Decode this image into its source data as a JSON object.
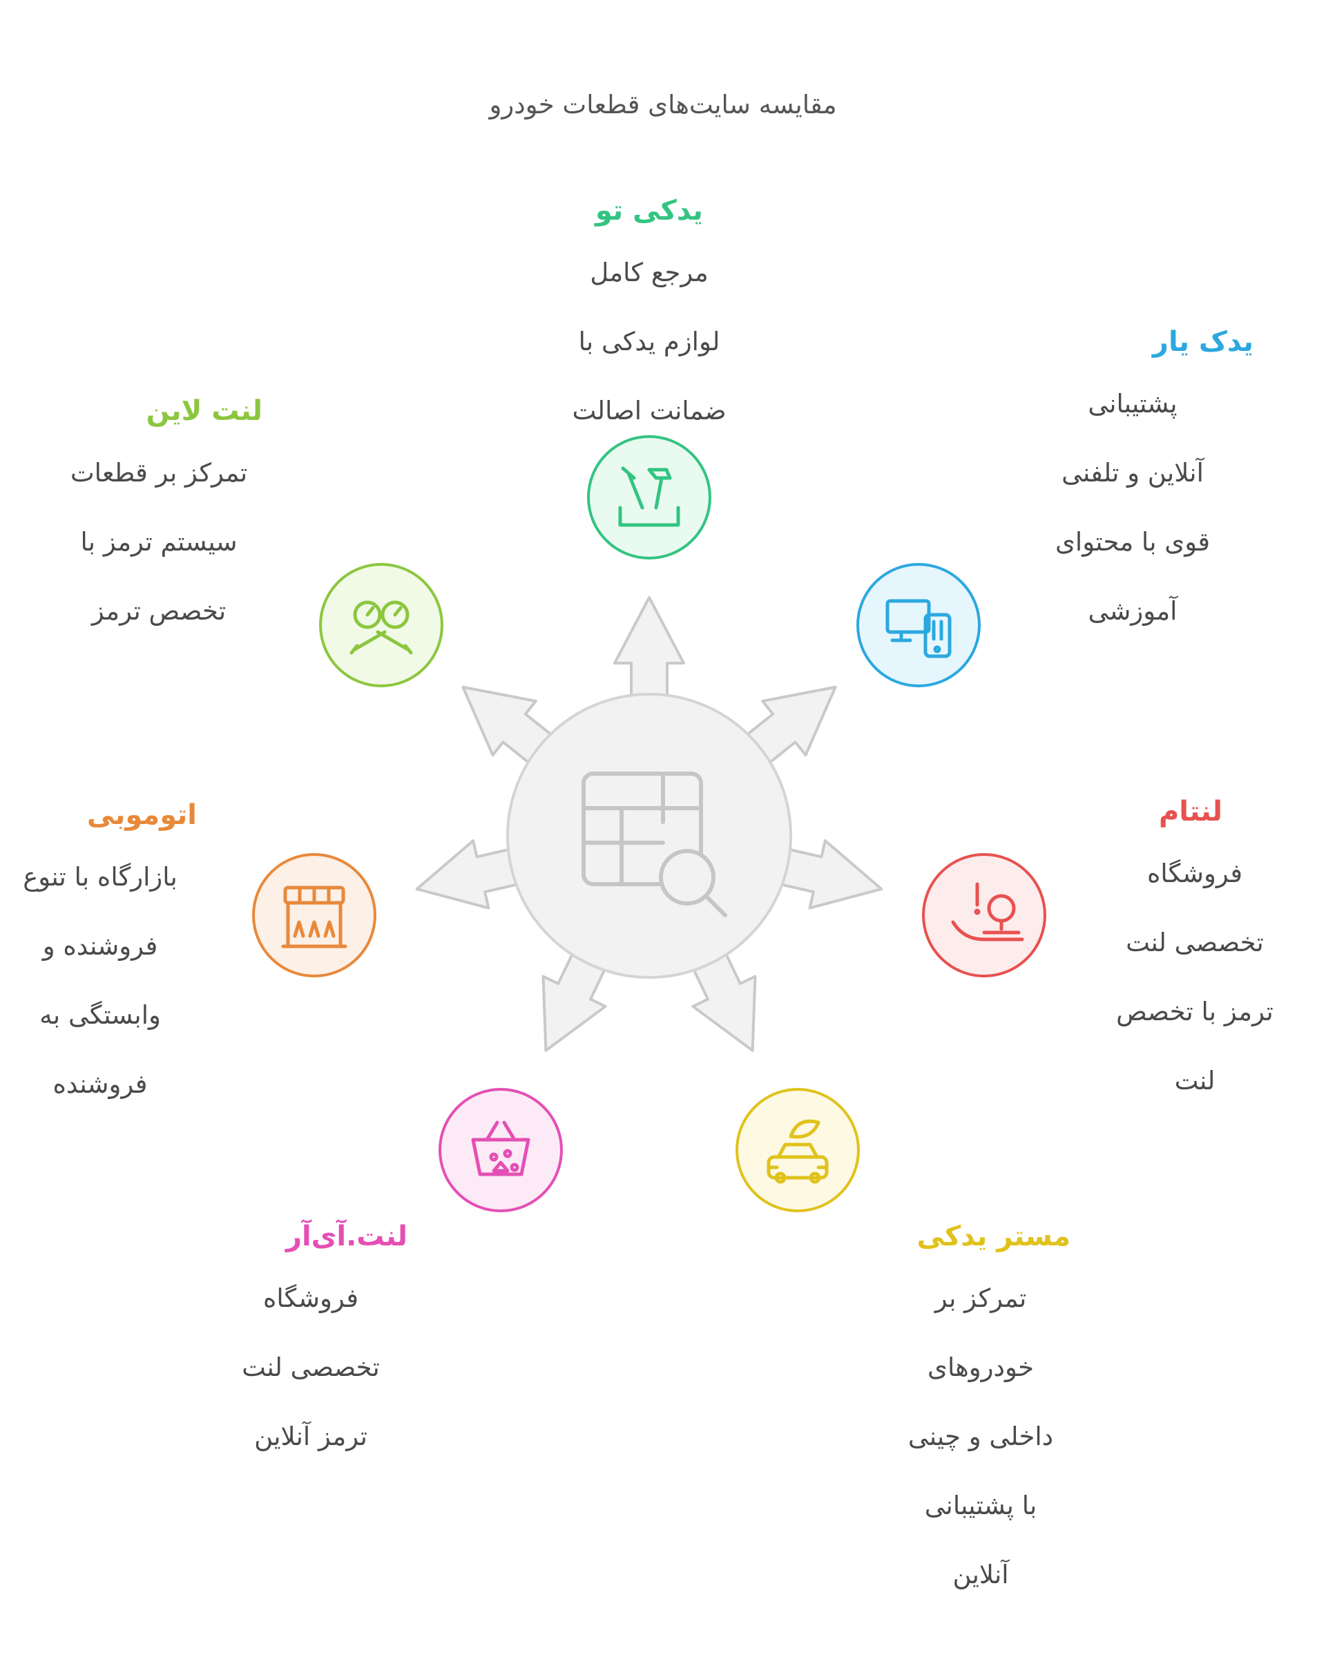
{
  "title": "مقایسه سایت‌های قطعات خودرو",
  "center": {
    "icon": "table-search-icon",
    "color": "#d9d9d9",
    "fill": "#f2f2f2",
    "stroke": "#c9c9c9"
  },
  "items": [
    {
      "name": "یدکی تو",
      "lines": [
        "مرجع کامل",
        "لوازم یدکی با",
        "ضمانت اصالت"
      ],
      "color": "#33c481",
      "fill": "#e9faf1",
      "icon": "tools-icon"
    },
    {
      "name": "یدک یار",
      "lines": [
        "پشتیبانی",
        "آنلاین و تلفنی",
        "قوی با محتوای",
        "آموزشی"
      ],
      "color": "#2ba8e0",
      "fill": "#e6f6fd",
      "icon": "devices-icon"
    },
    {
      "name": "لنتام",
      "lines": [
        "فروشگاه",
        "تخصصی لنت",
        "ترمز با تخصص",
        "لنت"
      ],
      "color": "#e8514f",
      "fill": "#fdecec",
      "icon": "brake-alert-icon"
    },
    {
      "name": "مستر یدکی",
      "lines": [
        "تمرکز بر",
        "خودروهای",
        "داخلی و چینی",
        "با پشتیبانی",
        "آنلاین"
      ],
      "color": "#e0c21c",
      "fill": "#fdf9e3",
      "icon": "car-icon"
    },
    {
      "name": "لنت.آی‌آر",
      "lines": [
        "فروشگاه",
        "تخصصی لنت",
        "ترمز آنلاین"
      ],
      "color": "#e44fb4",
      "fill": "#fcebf6",
      "icon": "basket-icon"
    },
    {
      "name": "اتوموبی",
      "lines": [
        "بازارگاه با تنوع",
        "فروشنده و",
        "وابستگی به",
        "فروشنده"
      ],
      "color": "#e8893a",
      "fill": "#fdf0e6",
      "icon": "market-icon"
    },
    {
      "name": "لنت لاین",
      "lines": [
        "تمرکز بر قطعات",
        "سیستم ترمز با",
        "تخصص ترمز"
      ],
      "color": "#8cc63f",
      "fill": "#f1fae6",
      "icon": "wrench-gauge-icon"
    }
  ]
}
